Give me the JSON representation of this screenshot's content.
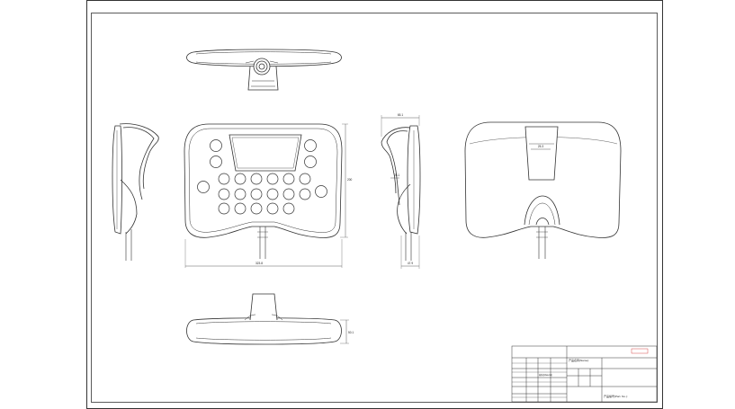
{
  "dimensions": {
    "overall_width": "323.8",
    "overall_height": "200",
    "side_depth_top": "65.1",
    "side_offset": "25.1",
    "side_depth_bottom": "47.9",
    "back_clip_width": "25.3",
    "bottom_view_height": "50.1"
  },
  "title_block": {
    "company_name": "",
    "part_name_label": "产品名称(Name):",
    "part_no_label": "产品编号(Part. No.):",
    "material_label": "材料(Material)",
    "logo_text": ""
  },
  "colors": {
    "line": "#333333",
    "fill": "#ffffff",
    "logo_red": "#cc2222"
  }
}
